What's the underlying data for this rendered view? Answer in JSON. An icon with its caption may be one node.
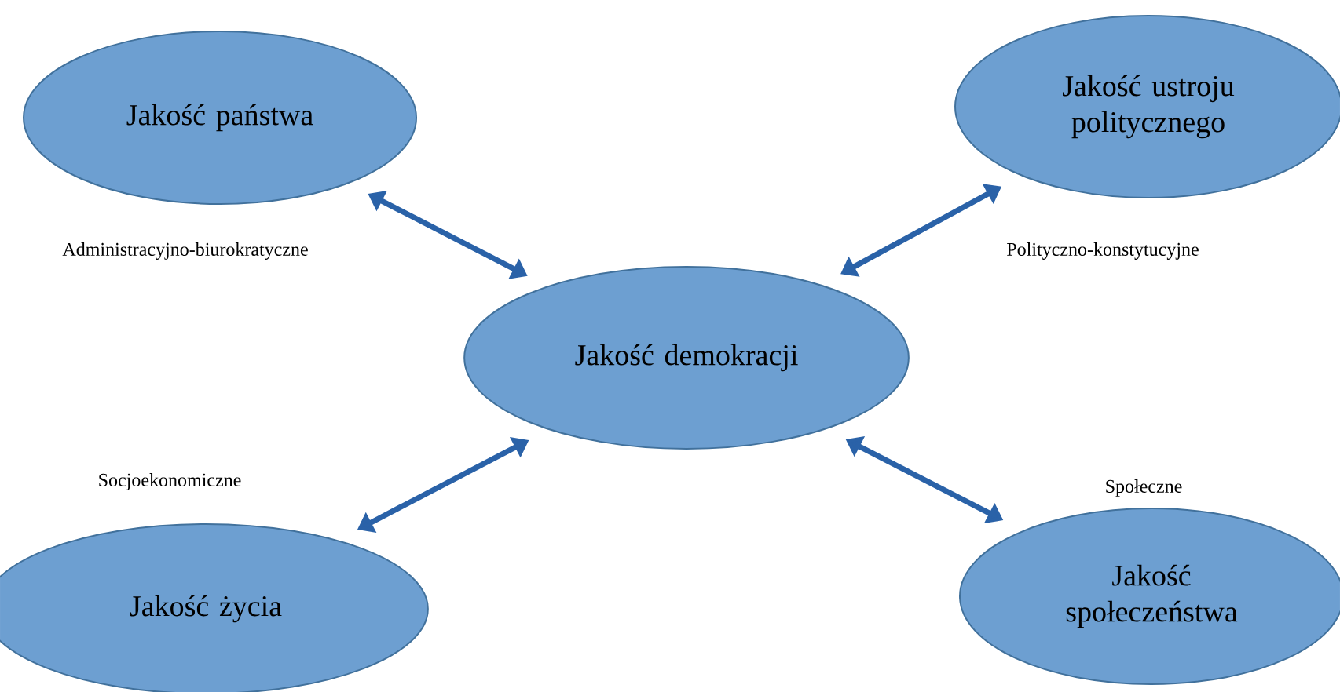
{
  "diagram": {
    "nodes": [
      {
        "text": [
          "Jakość państwa"
        ]
      },
      {
        "text": [
          "Jakość ustroju politycznego"
        ]
      },
      {
        "text": [
          "Jakość demokracji"
        ]
      },
      {
        "text": [
          "Jakość życia"
        ]
      },
      {
        "text": [
          "Jakość społeczeństwa"
        ]
      }
    ],
    "edges": [
      {
        "from": 0,
        "to": 2,
        "arrow": "both"
      },
      {
        "from": 1,
        "to": 2,
        "arrow": "both"
      },
      {
        "from": 3,
        "to": 2,
        "arrow": "both"
      },
      {
        "from": 4,
        "to": 2,
        "arrow": "both"
      }
    ],
    "labels": [
      "Administracyjno-biurokratyczne",
      "Polityczno-konstytucyjne",
      "Socjoekonomiczne",
      "Społeczne"
    ]
  }
}
